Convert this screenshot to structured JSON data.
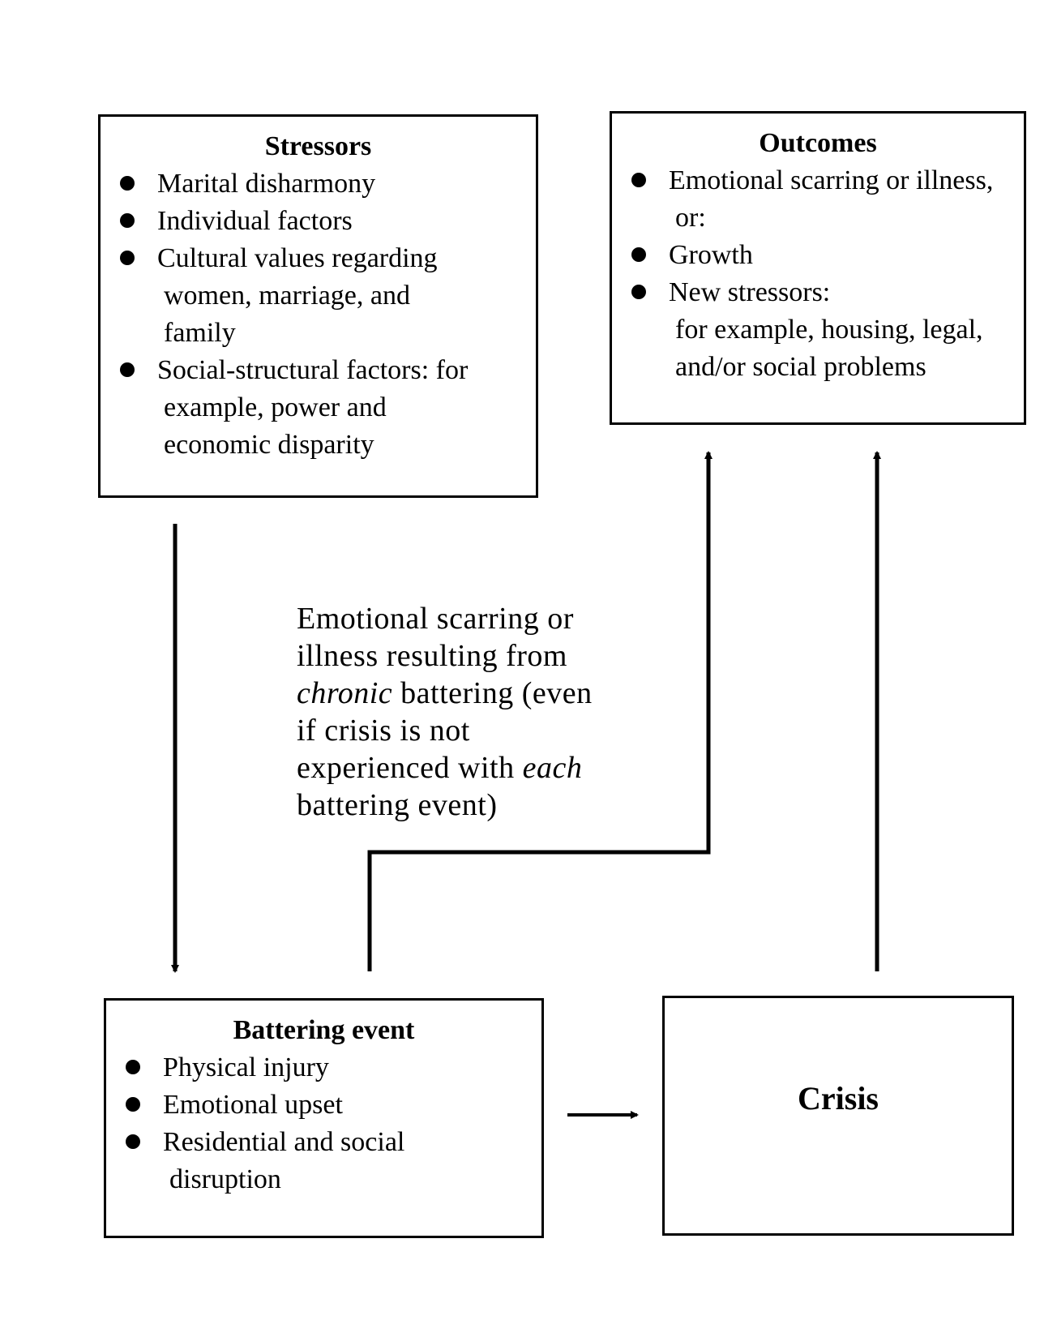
{
  "stressors": {
    "title": "Stressors",
    "items": [
      {
        "line1": "Marital disharmony",
        "line2": ""
      },
      {
        "line1": "Individual factors",
        "line2": ""
      },
      {
        "line1": "Cultural values regarding",
        "line2": "women, marriage, and",
        "line3": "family"
      },
      {
        "line1": "Social-structural factors: for",
        "line2": "example, power and",
        "line3": "economic disparity"
      }
    ]
  },
  "outcomes": {
    "title": "Outcomes",
    "items": [
      {
        "line1": "Emotional scarring or illness,",
        "line2": "or:"
      },
      {
        "line1": "Growth"
      },
      {
        "line1": "New stressors:",
        "line2": "for example, housing, legal,",
        "line3": "and/or social problems"
      }
    ]
  },
  "battering_event": {
    "title": "Battering event",
    "items": [
      {
        "line1": "Physical injury"
      },
      {
        "line1": "Emotional upset"
      },
      {
        "line1": "Residential and social",
        "line2": "disruption"
      }
    ]
  },
  "crisis": {
    "label": "Crisis"
  },
  "chronic_note": {
    "part1": "Emotional scarring or",
    "part2": "illness resulting from",
    "part3_italic": "chronic",
    "part3": " battering (even",
    "part4": "if crisis is not",
    "part5": "experienced with ",
    "part5_italic": "each",
    "part6": "battering event)"
  }
}
